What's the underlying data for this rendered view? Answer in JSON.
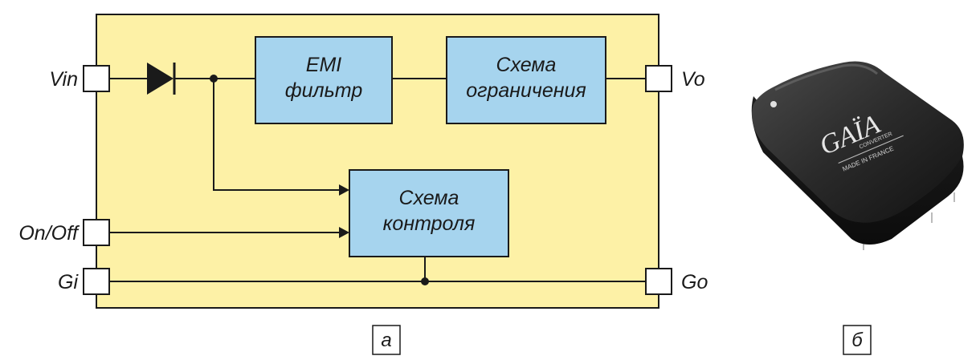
{
  "colors": {
    "board": "#fdf1a6",
    "block": "#a6d4ee",
    "line": "#1a1a1a",
    "module_body": "#2a2a2a"
  },
  "pins": {
    "vin": "Vin",
    "onoff": "On/Off",
    "gi": "Gi",
    "vo": "Vo",
    "go": "Go"
  },
  "blocks": {
    "emi": [
      "EMI",
      "фильтр"
    ],
    "limit": [
      "Схема",
      "ограничения"
    ],
    "control": [
      "Схема",
      "контроля"
    ]
  },
  "captions": {
    "left": "а",
    "right": "б"
  },
  "module": {
    "brand": "GAÏA",
    "brand_sub": "CONVERTER",
    "origin": "MADE IN FRANCE"
  }
}
